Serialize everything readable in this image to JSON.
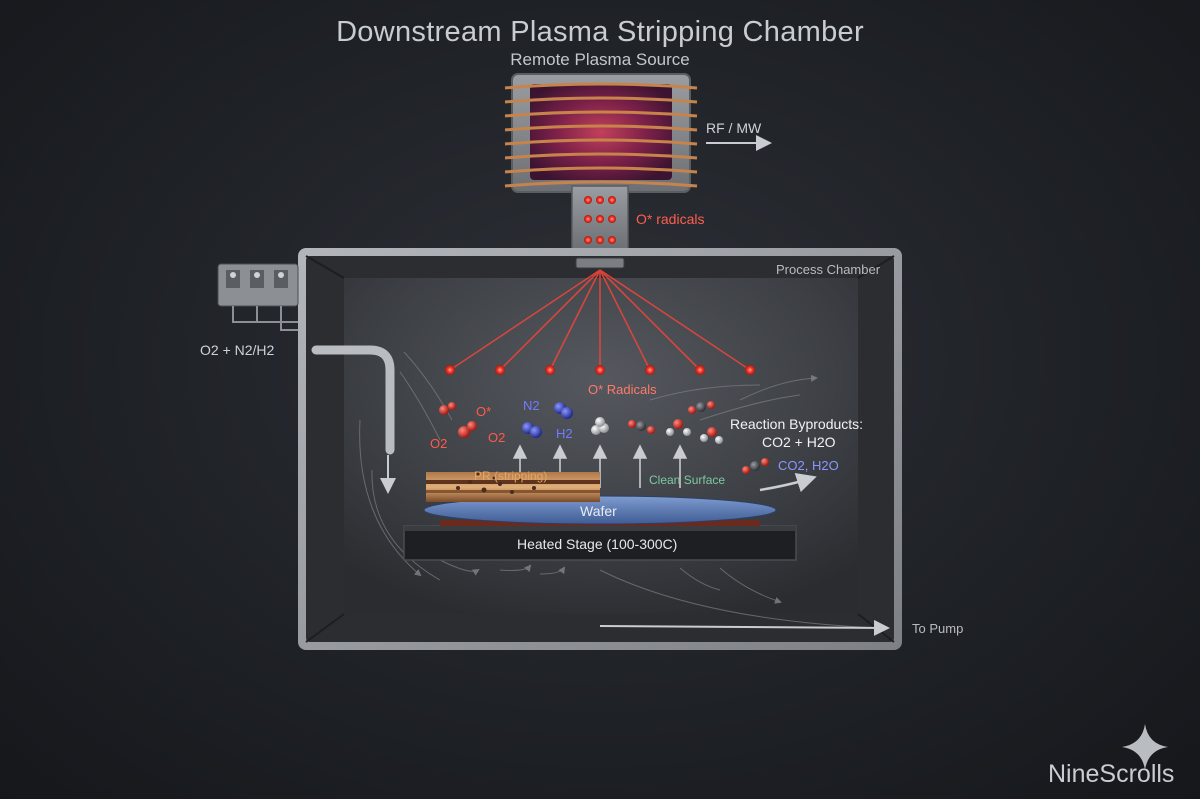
{
  "diagram": {
    "title": "Downstream Plasma Stripping Chamber",
    "source_label": "Remote Plasma Source",
    "rf_label": "RF / MW",
    "radicals_label": "O* radicals",
    "chamber_label": "Process Chamber",
    "gas_inlet_label": "O2 + N2/H2",
    "o_radicals_label": "O* Radicals",
    "species": {
      "o2_a": "O2",
      "o_star": "O*",
      "o2_b": "O2",
      "n2": "N2",
      "h2": "H2"
    },
    "byproducts_title": "Reaction Byproducts:",
    "byproducts_formula": "CO2 + H2O",
    "byproducts_small": "CO2, H2O",
    "pr_label": "PR (stripping)",
    "clean_label": "Clean Surface",
    "wafer_label": "Wafer",
    "stage_label": "Heated Stage (100-300C)",
    "pump_label": "To Pump",
    "brand": "NineScrolls"
  },
  "colors": {
    "radical_red": "#ff4a3a",
    "o2_red": "#e0342a",
    "n2_blue": "#3a48c8",
    "clean_green": "#7fc9a0",
    "pr_orange": "#e6a560",
    "wafer_blue": "#4f6fa8"
  }
}
